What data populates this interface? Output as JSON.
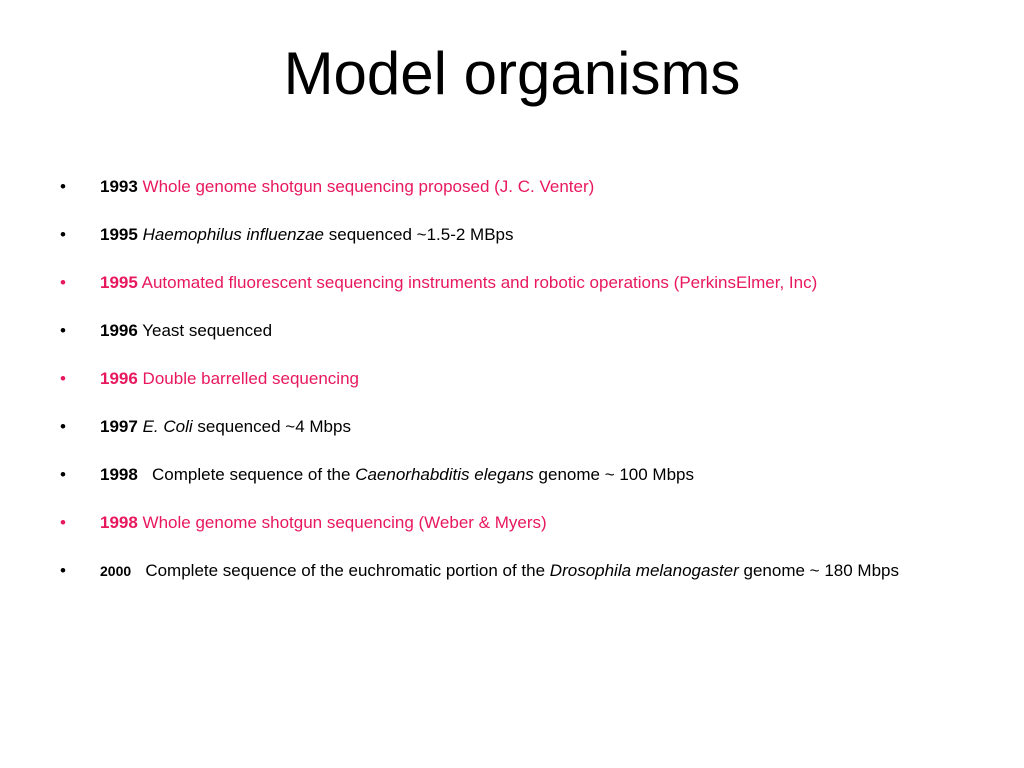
{
  "slide": {
    "title": "Model organisms"
  },
  "bullet_glyph": "•",
  "items": [
    {
      "year": "1993",
      "text": " Whole genome shotgun sequencing proposed (J. C. Venter)"
    },
    {
      "year": "1995",
      "organism": "Haemophilus influenzae",
      "text_after": " sequenced ~1.5-2 MBps"
    },
    {
      "year": "1995",
      "text": "  Automated fluorescent sequencing instruments and robotic operations (PerkinsElmer, Inc)"
    },
    {
      "year": "1996",
      "text": "  Yeast sequenced"
    },
    {
      "year": "1996",
      "text": " Double barrelled sequencing"
    },
    {
      "year": "1997",
      "organism": "E. Coli",
      "text_after": " sequenced ~4 Mbps"
    },
    {
      "year": "1998",
      "text_before": "   Complete sequence of the ",
      "organism": "Caenorhabditis elegans",
      "text_after": " genome ~ 100 Mbps"
    },
    {
      "year": "1998",
      "text": "  Whole genome shotgun sequencing (Weber & Myers)"
    },
    {
      "year": "2000",
      "text_before": "   Complete sequence of the euchromatic portion of the ",
      "organism": "Drosophila melanogaster",
      "text_after": " genome ~ 180 Mbps"
    }
  ],
  "colors": {
    "highlight": "#e8185e",
    "text": "#000000",
    "background": "#ffffff"
  }
}
